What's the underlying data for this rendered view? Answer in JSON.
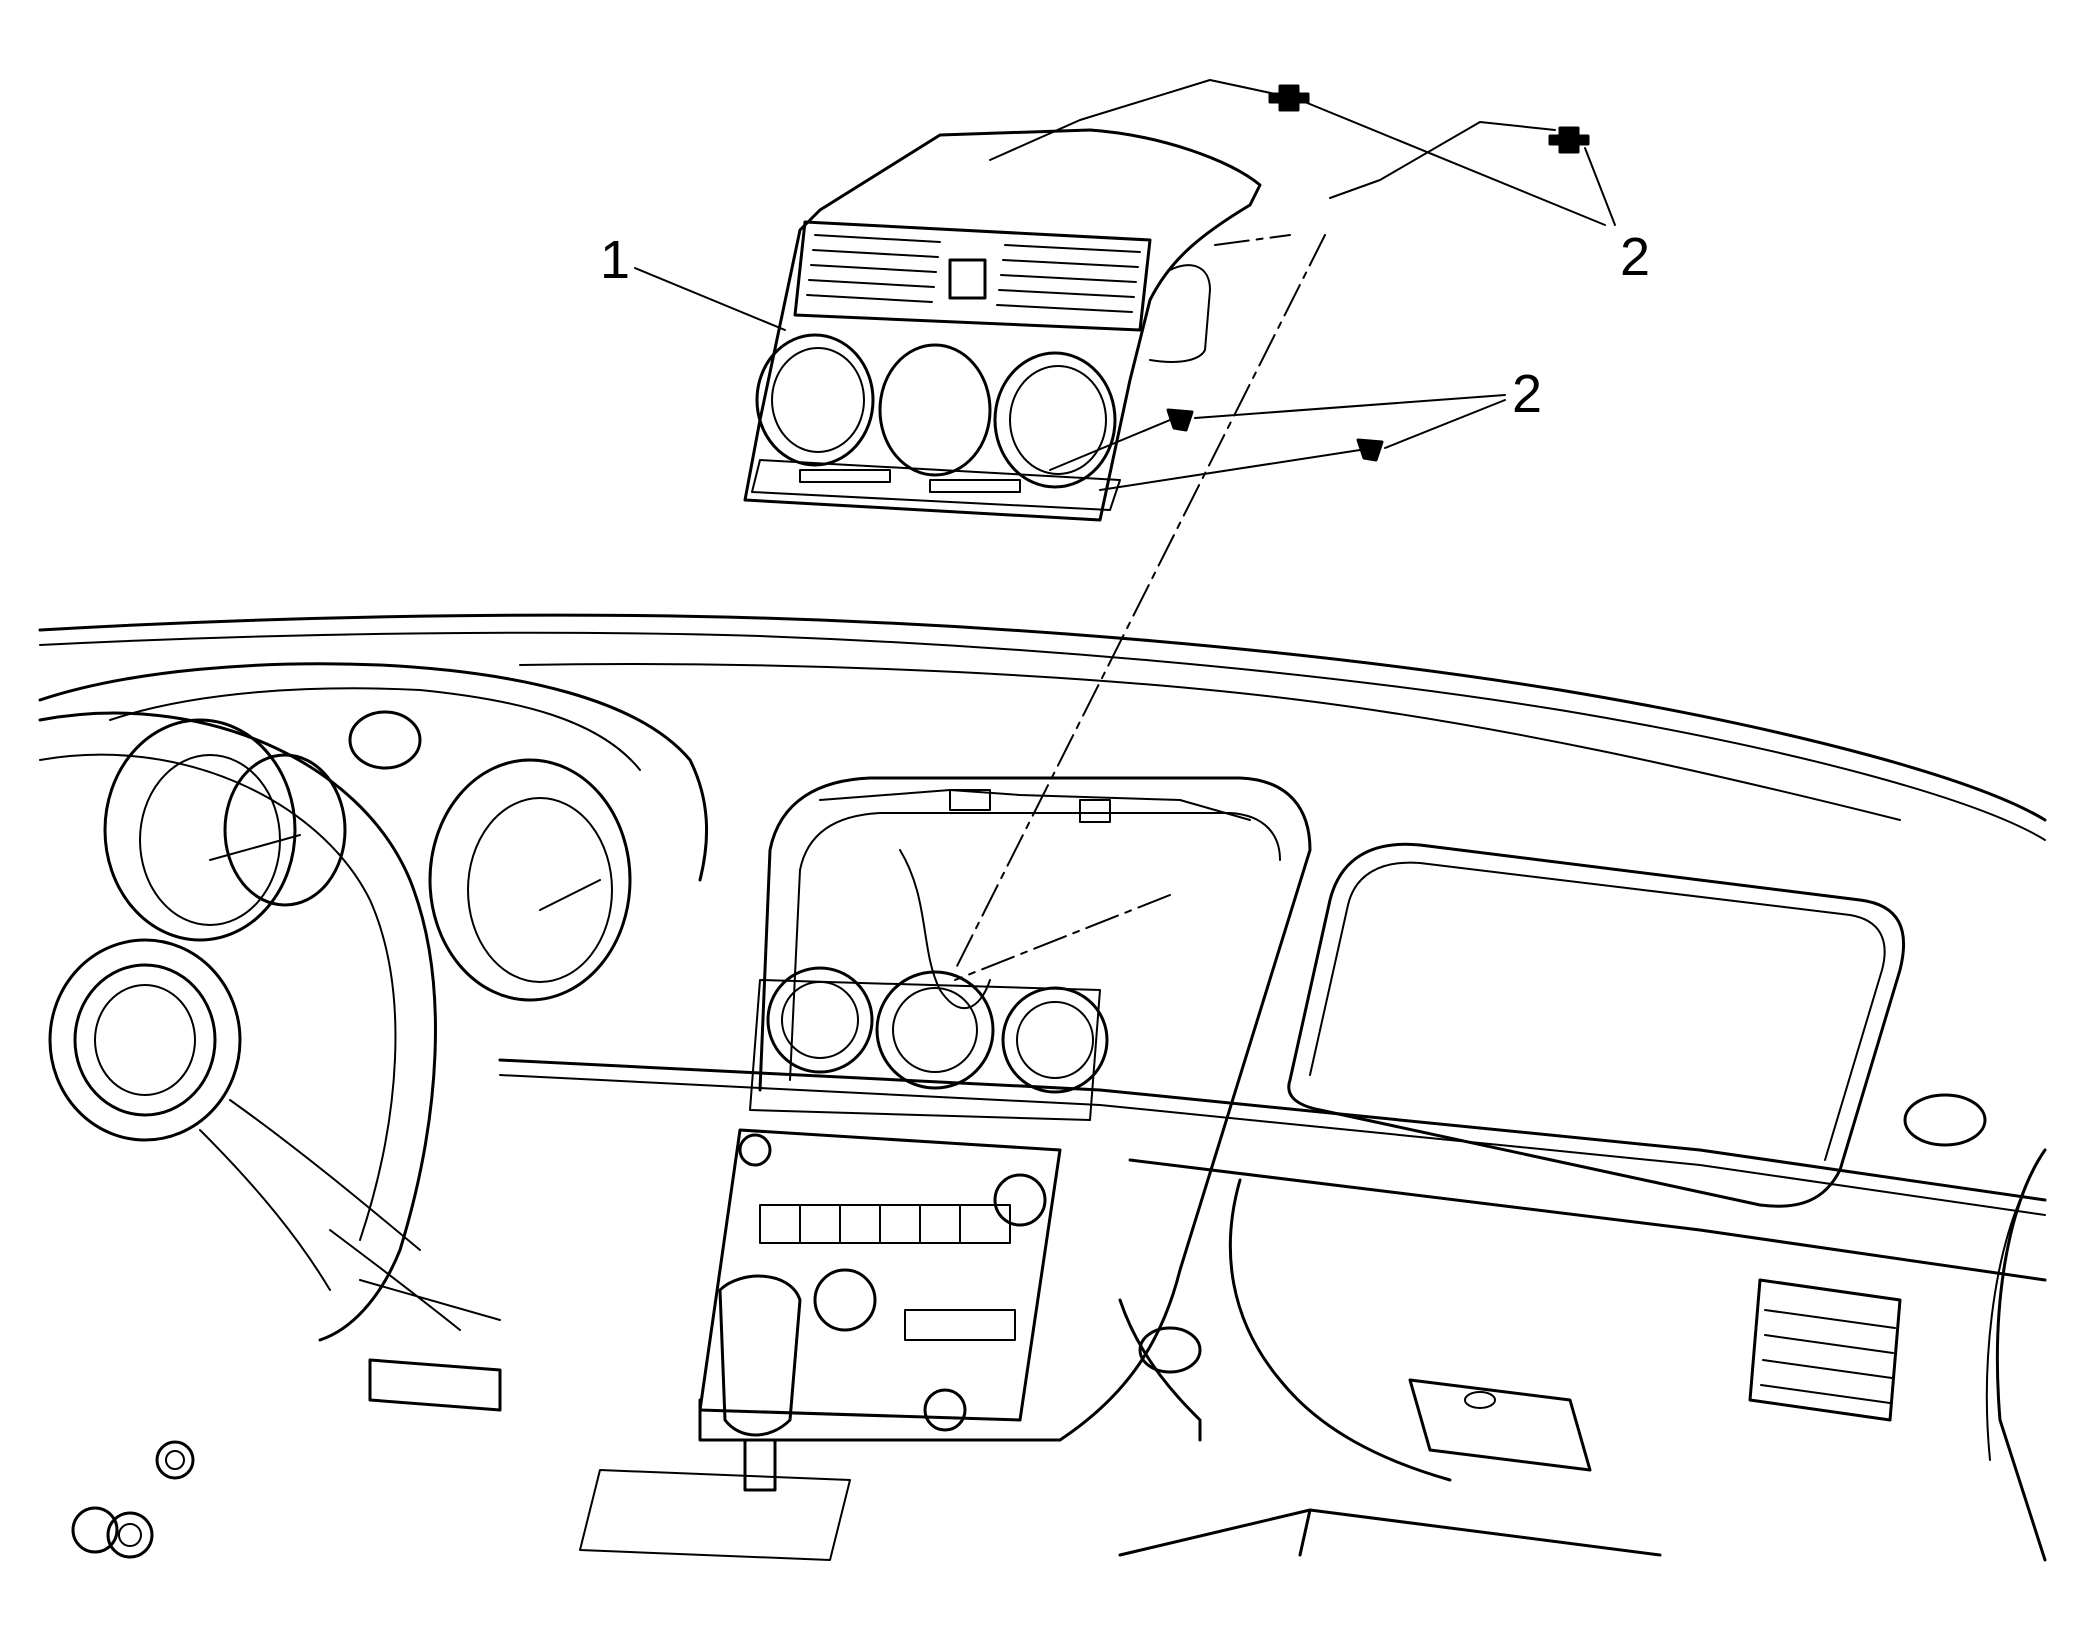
{
  "callouts": {
    "part_1": "1",
    "fastener_top": "2",
    "fastener_side": "2"
  },
  "colors": {
    "line": "#000000",
    "background": "#ffffff"
  }
}
